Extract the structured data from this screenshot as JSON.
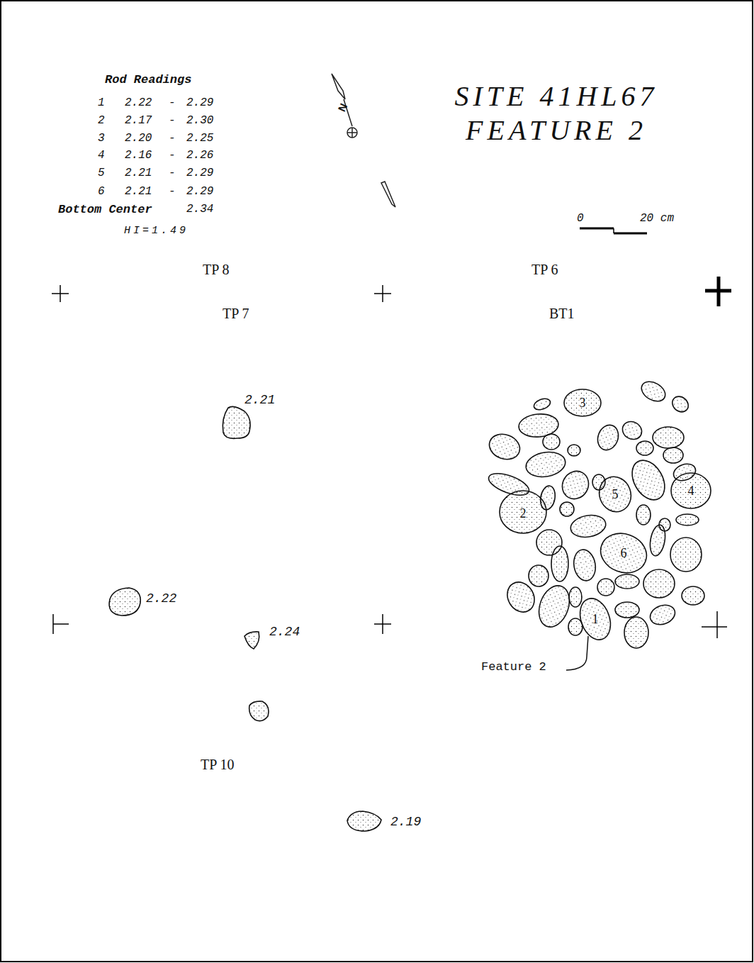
{
  "diagram": {
    "title": "SITE 41HL67 FEATURE 2",
    "labels": [
      "Rod Readings",
      "1",
      "2.22",
      "-",
      "2.29",
      "2",
      "2.17",
      "-",
      "2.30",
      "3",
      "2.20",
      "-",
      "2.25",
      "4",
      "2.16",
      "-",
      "2.26",
      "5",
      "2.21",
      "-",
      "2.29",
      "6",
      "2.21",
      "-",
      "2.29",
      "Bottom Center",
      "2.34",
      "HI=1.49",
      "N",
      "0",
      "20 cm",
      "TP 8",
      "TP 6",
      "TP 7",
      "BT1",
      "2.21",
      "2.22",
      "2.24",
      "TP 10",
      "2.19",
      "Feature 2",
      "3",
      "5",
      "2",
      "4",
      "6",
      "1"
    ]
  }
}
